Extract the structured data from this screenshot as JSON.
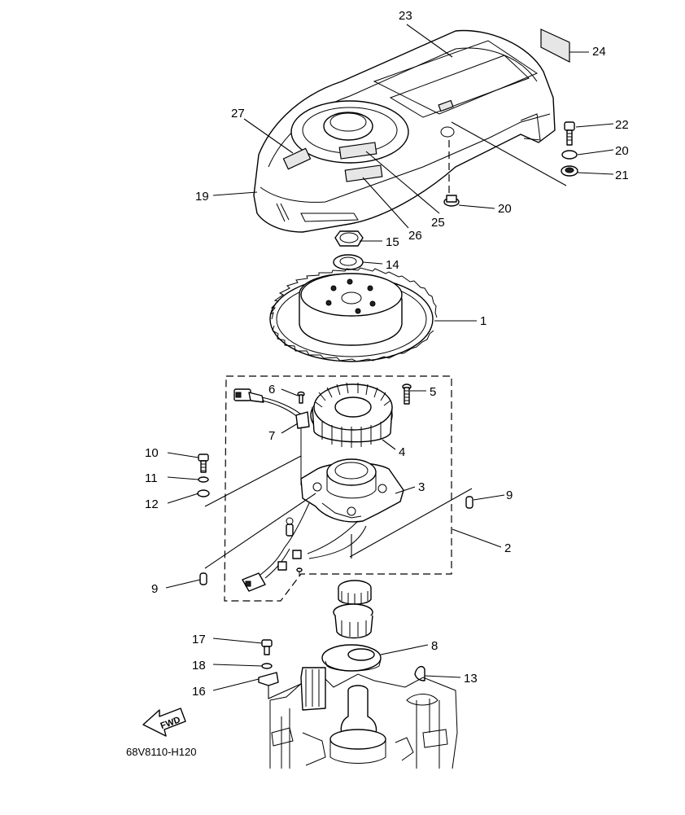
{
  "diagram": {
    "drawing_code": "68V8110-H120",
    "fwd_label": "FWD",
    "callouts": {
      "c1": "1",
      "c2": "2",
      "c3": "3",
      "c4": "4",
      "c5": "5",
      "c6": "6",
      "c7": "7",
      "c8": "8",
      "c9a": "9",
      "c9b": "9",
      "c10": "10",
      "c11": "11",
      "c12": "12",
      "c13": "13",
      "c14": "14",
      "c15": "15",
      "c16": "16",
      "c17": "17",
      "c18": "18",
      "c19": "19",
      "c20a": "20",
      "c20b": "20",
      "c21": "21",
      "c22": "22",
      "c23": "23",
      "c24": "24",
      "c25": "25",
      "c26": "26",
      "c27": "27"
    }
  }
}
